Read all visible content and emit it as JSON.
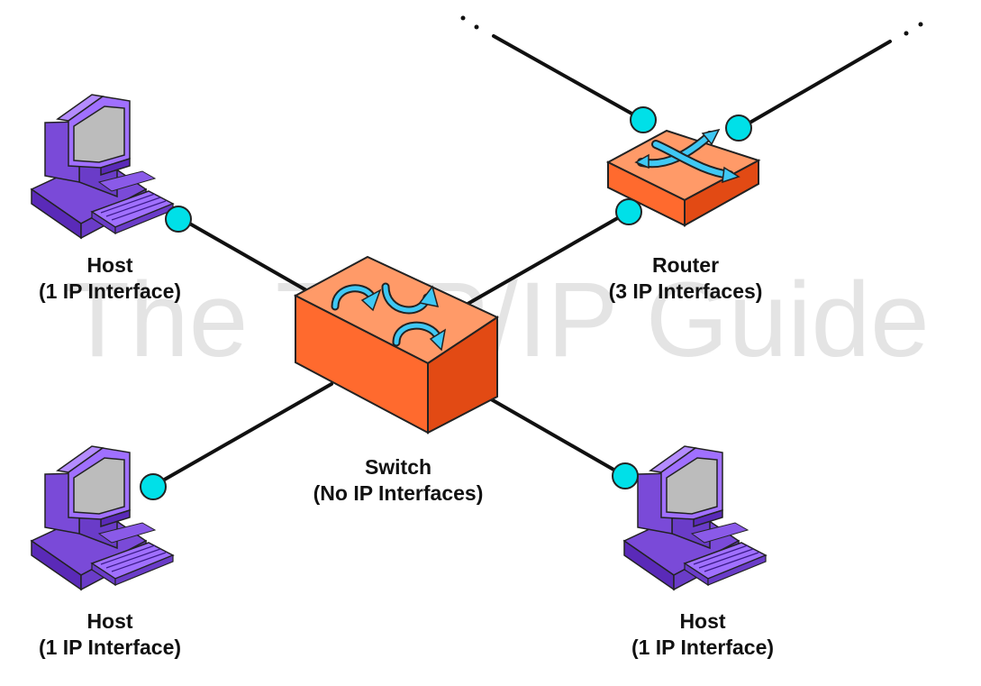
{
  "watermark": "The TCP/IP Guide",
  "colors": {
    "link": "#111111",
    "interface": "#00e0e8",
    "switch_top": "#ff9a68",
    "switch_front": "#ff6a2e",
    "switch_side": "#e24a14",
    "router_top": "#ff9a68",
    "router_front": "#ff6a2e",
    "router_side": "#e24a14",
    "device_arrow": "#3fc8f4",
    "computer_case": "#a070ff",
    "computer_dark": "#6a3cc8",
    "screen": "#b8b8b8"
  },
  "devices": {
    "switch": {
      "icon": "switch-icon",
      "name": "Switch",
      "interfaces": "(No IP Interfaces)"
    },
    "router": {
      "icon": "router-icon",
      "name": "Router",
      "interfaces": "(3 IP Interfaces)"
    },
    "host_top_left": {
      "icon": "computer-icon",
      "name": "Host",
      "interfaces": "(1 IP Interface)"
    },
    "host_bottom_left": {
      "icon": "computer-icon",
      "name": "Host",
      "interfaces": "(1 IP Interface)"
    },
    "host_bottom_right": {
      "icon": "computer-icon",
      "name": "Host",
      "interfaces": "(1 IP Interface)"
    }
  }
}
